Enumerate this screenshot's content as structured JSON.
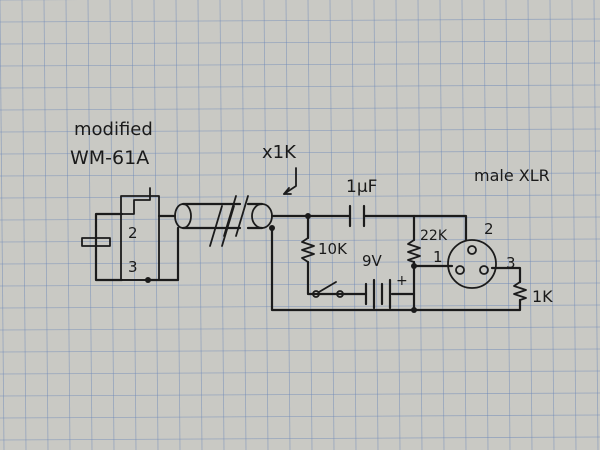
{
  "diagram": {
    "background_color": "#c9c9c4",
    "grid_color": "#6b86b8",
    "ink_color": "#1b1b1b",
    "labels": {
      "mic_modified": "modified",
      "mic_model": "WM-61A",
      "pin_2": "2",
      "pin_3": "3",
      "pot_x1k": "x1K",
      "cap_1uf": "1μF",
      "xlr_title": "male XLR",
      "res_10k": "10K",
      "battery_9v": "9V",
      "res_22k": "22K",
      "xlr_pin_1": "1",
      "xlr_pin_2": "2",
      "xlr_pin_3": "3",
      "res_1k": "1K"
    }
  }
}
